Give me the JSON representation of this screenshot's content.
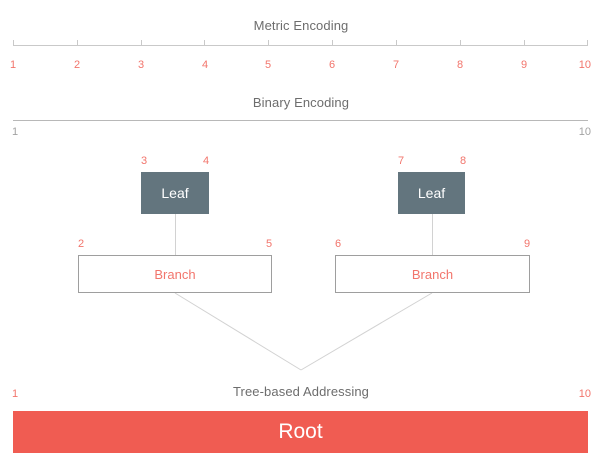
{
  "sections": {
    "metric": {
      "title": "Metric Encoding",
      "ticks": [
        "1",
        "2",
        "3",
        "4",
        "5",
        "6",
        "7",
        "8",
        "9",
        "10"
      ]
    },
    "binary": {
      "title": "Binary Encoding",
      "start_label": "1",
      "end_label": "10"
    },
    "tree": {
      "title": "Tree-based Addressing",
      "start_label": "1",
      "end_label": "10"
    }
  },
  "nodes": {
    "leaf_left": {
      "label": "Leaf",
      "start_label": "3",
      "end_label": "4"
    },
    "leaf_right": {
      "label": "Leaf",
      "start_label": "7",
      "end_label": "8"
    },
    "branch_left": {
      "label": "Branch",
      "start_label": "2",
      "end_label": "5"
    },
    "branch_right": {
      "label": "Branch",
      "start_label": "6",
      "end_label": "9"
    },
    "root": {
      "label": "Root"
    }
  },
  "colors": {
    "accent_red": "#f05c52",
    "label_red": "#f2756c",
    "leaf_slate": "#63757e",
    "rule_gray": "#c9c9c9",
    "title_gray": "#6d6d6d"
  }
}
